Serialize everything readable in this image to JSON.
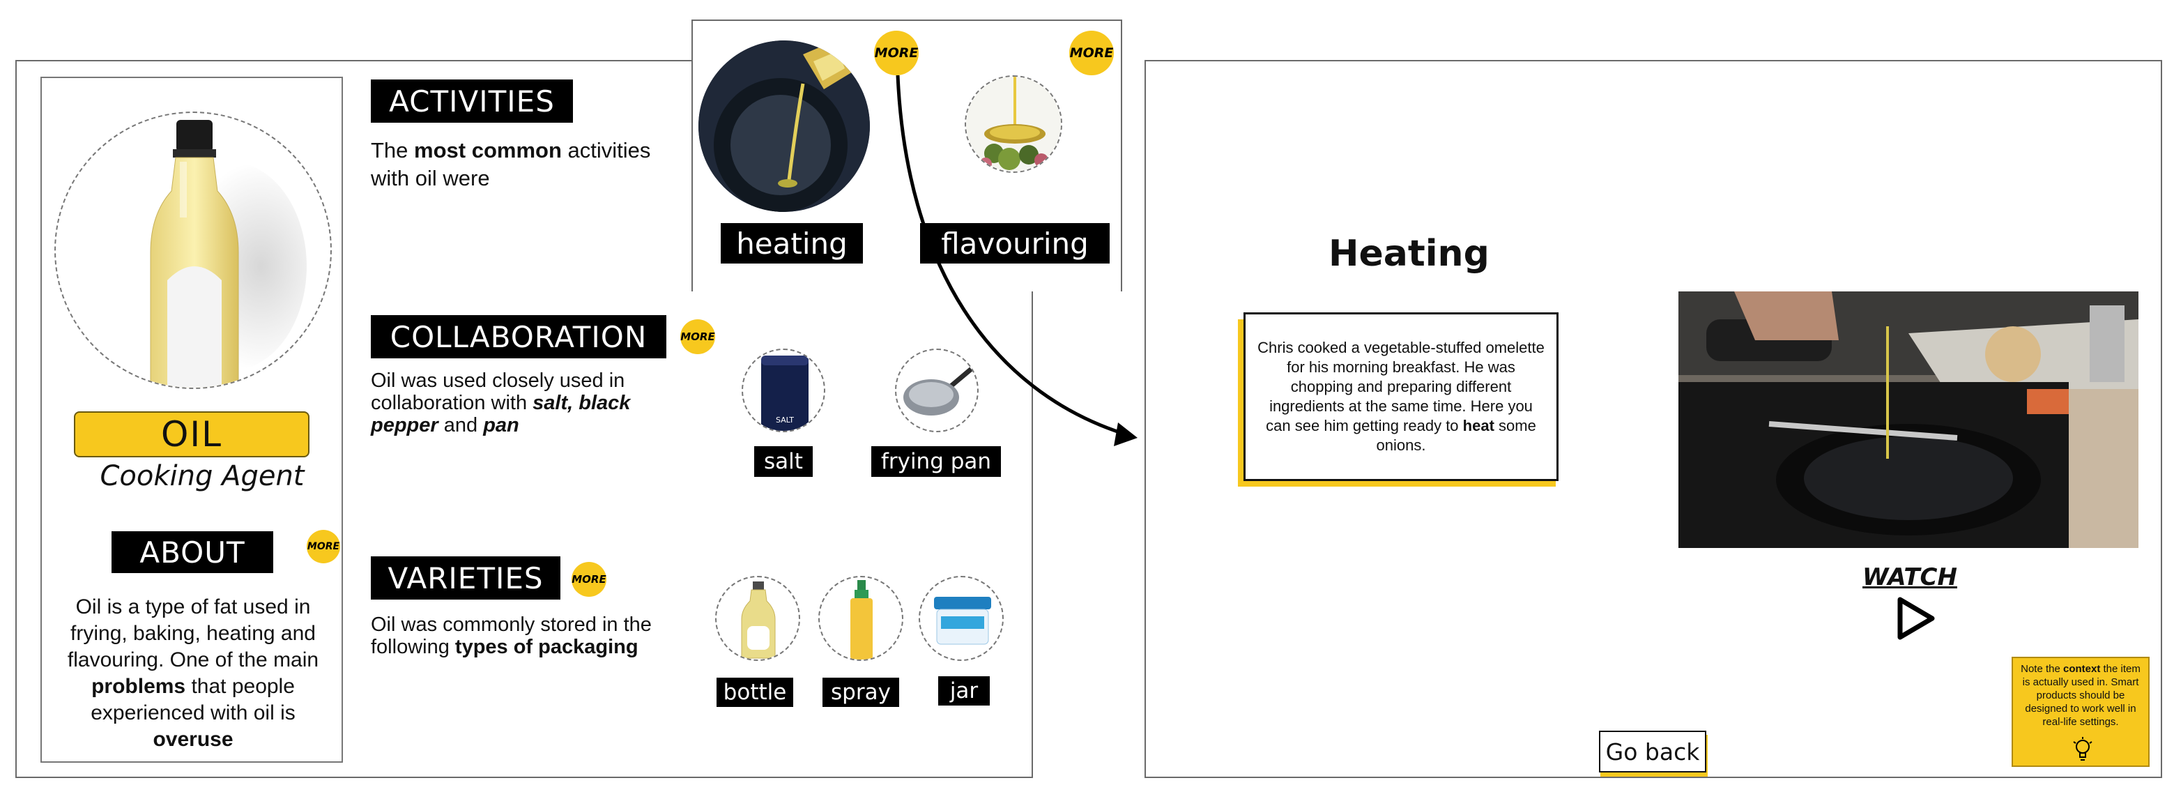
{
  "left": {
    "oil_label": "OIL",
    "subtitle": "Cooking Agent",
    "about": {
      "heading": "ABOUT",
      "more": "MORE",
      "text_pre": "Oil is a type of fat used in frying, baking, heating and flavouring. One of the main ",
      "text_bold1": "problems",
      "text_mid": " that people experienced with oil is ",
      "text_bold2": "overuse"
    },
    "activities": {
      "heading": "ACTIVITIES",
      "text_pre": "The ",
      "text_bold": "most common",
      "text_post": " activities with oil were",
      "items": [
        {
          "label": "heating",
          "more": "MORE"
        },
        {
          "label": "flavouring",
          "more": "MORE"
        }
      ]
    },
    "collaboration": {
      "heading": "COLLABORATION",
      "more": "MORE",
      "text_pre": "Oil was used closely used in collaboration with ",
      "text_bold1": "salt, black pepper",
      "text_mid": " and ",
      "text_bold2": "pan",
      "items": [
        {
          "label": "salt",
          "jar_text": "SALT"
        },
        {
          "label": "frying pan"
        }
      ]
    },
    "varieties": {
      "heading": "VARIETIES",
      "more": "MORE",
      "text_pre": "Oil was commonly stored in the following ",
      "text_bold": "types of packaging",
      "items": [
        {
          "label": "bottle"
        },
        {
          "label": "spray"
        },
        {
          "label": "jar"
        }
      ]
    }
  },
  "right": {
    "title": "Heating",
    "story_pre": "Chris cooked a vegetable-stuffed omelette for his morning breakfast. He was chopping and preparing different ingredients at the same time. Here you can see him getting ready to ",
    "story_bold": "heat",
    "story_post": " some onions.",
    "watch_label": "WATCH",
    "go_back_label": "Go back",
    "note_pre": "Note the ",
    "note_bold": "context",
    "note_post": " the item is actually used in. Smart products should be designed to work well in real-life settings."
  },
  "colors": {
    "accent_yellow": "#f7c81e",
    "border_gray": "#6a6a6a",
    "label_black": "#000000"
  }
}
